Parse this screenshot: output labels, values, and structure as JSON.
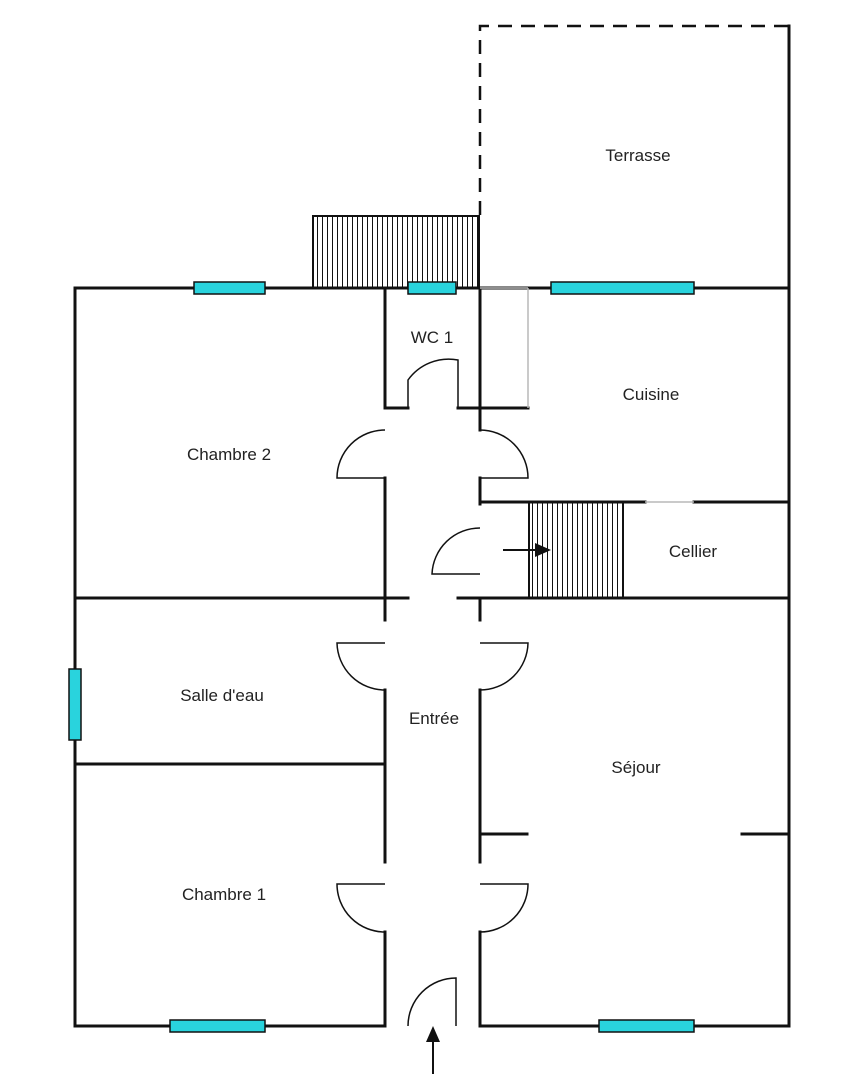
{
  "colors": {
    "wall": "#111111",
    "window": "#29d3dd",
    "background": "#ffffff"
  },
  "rooms": {
    "terrasse": "Terrasse",
    "wc1": "WC 1",
    "cuisine": "Cuisine",
    "chambre2": "Chambre 2",
    "cellier": "Cellier",
    "salle_deau": "Salle d'eau",
    "entree": "Entrée",
    "sejour": "Séjour",
    "chambre1": "Chambre 1"
  }
}
